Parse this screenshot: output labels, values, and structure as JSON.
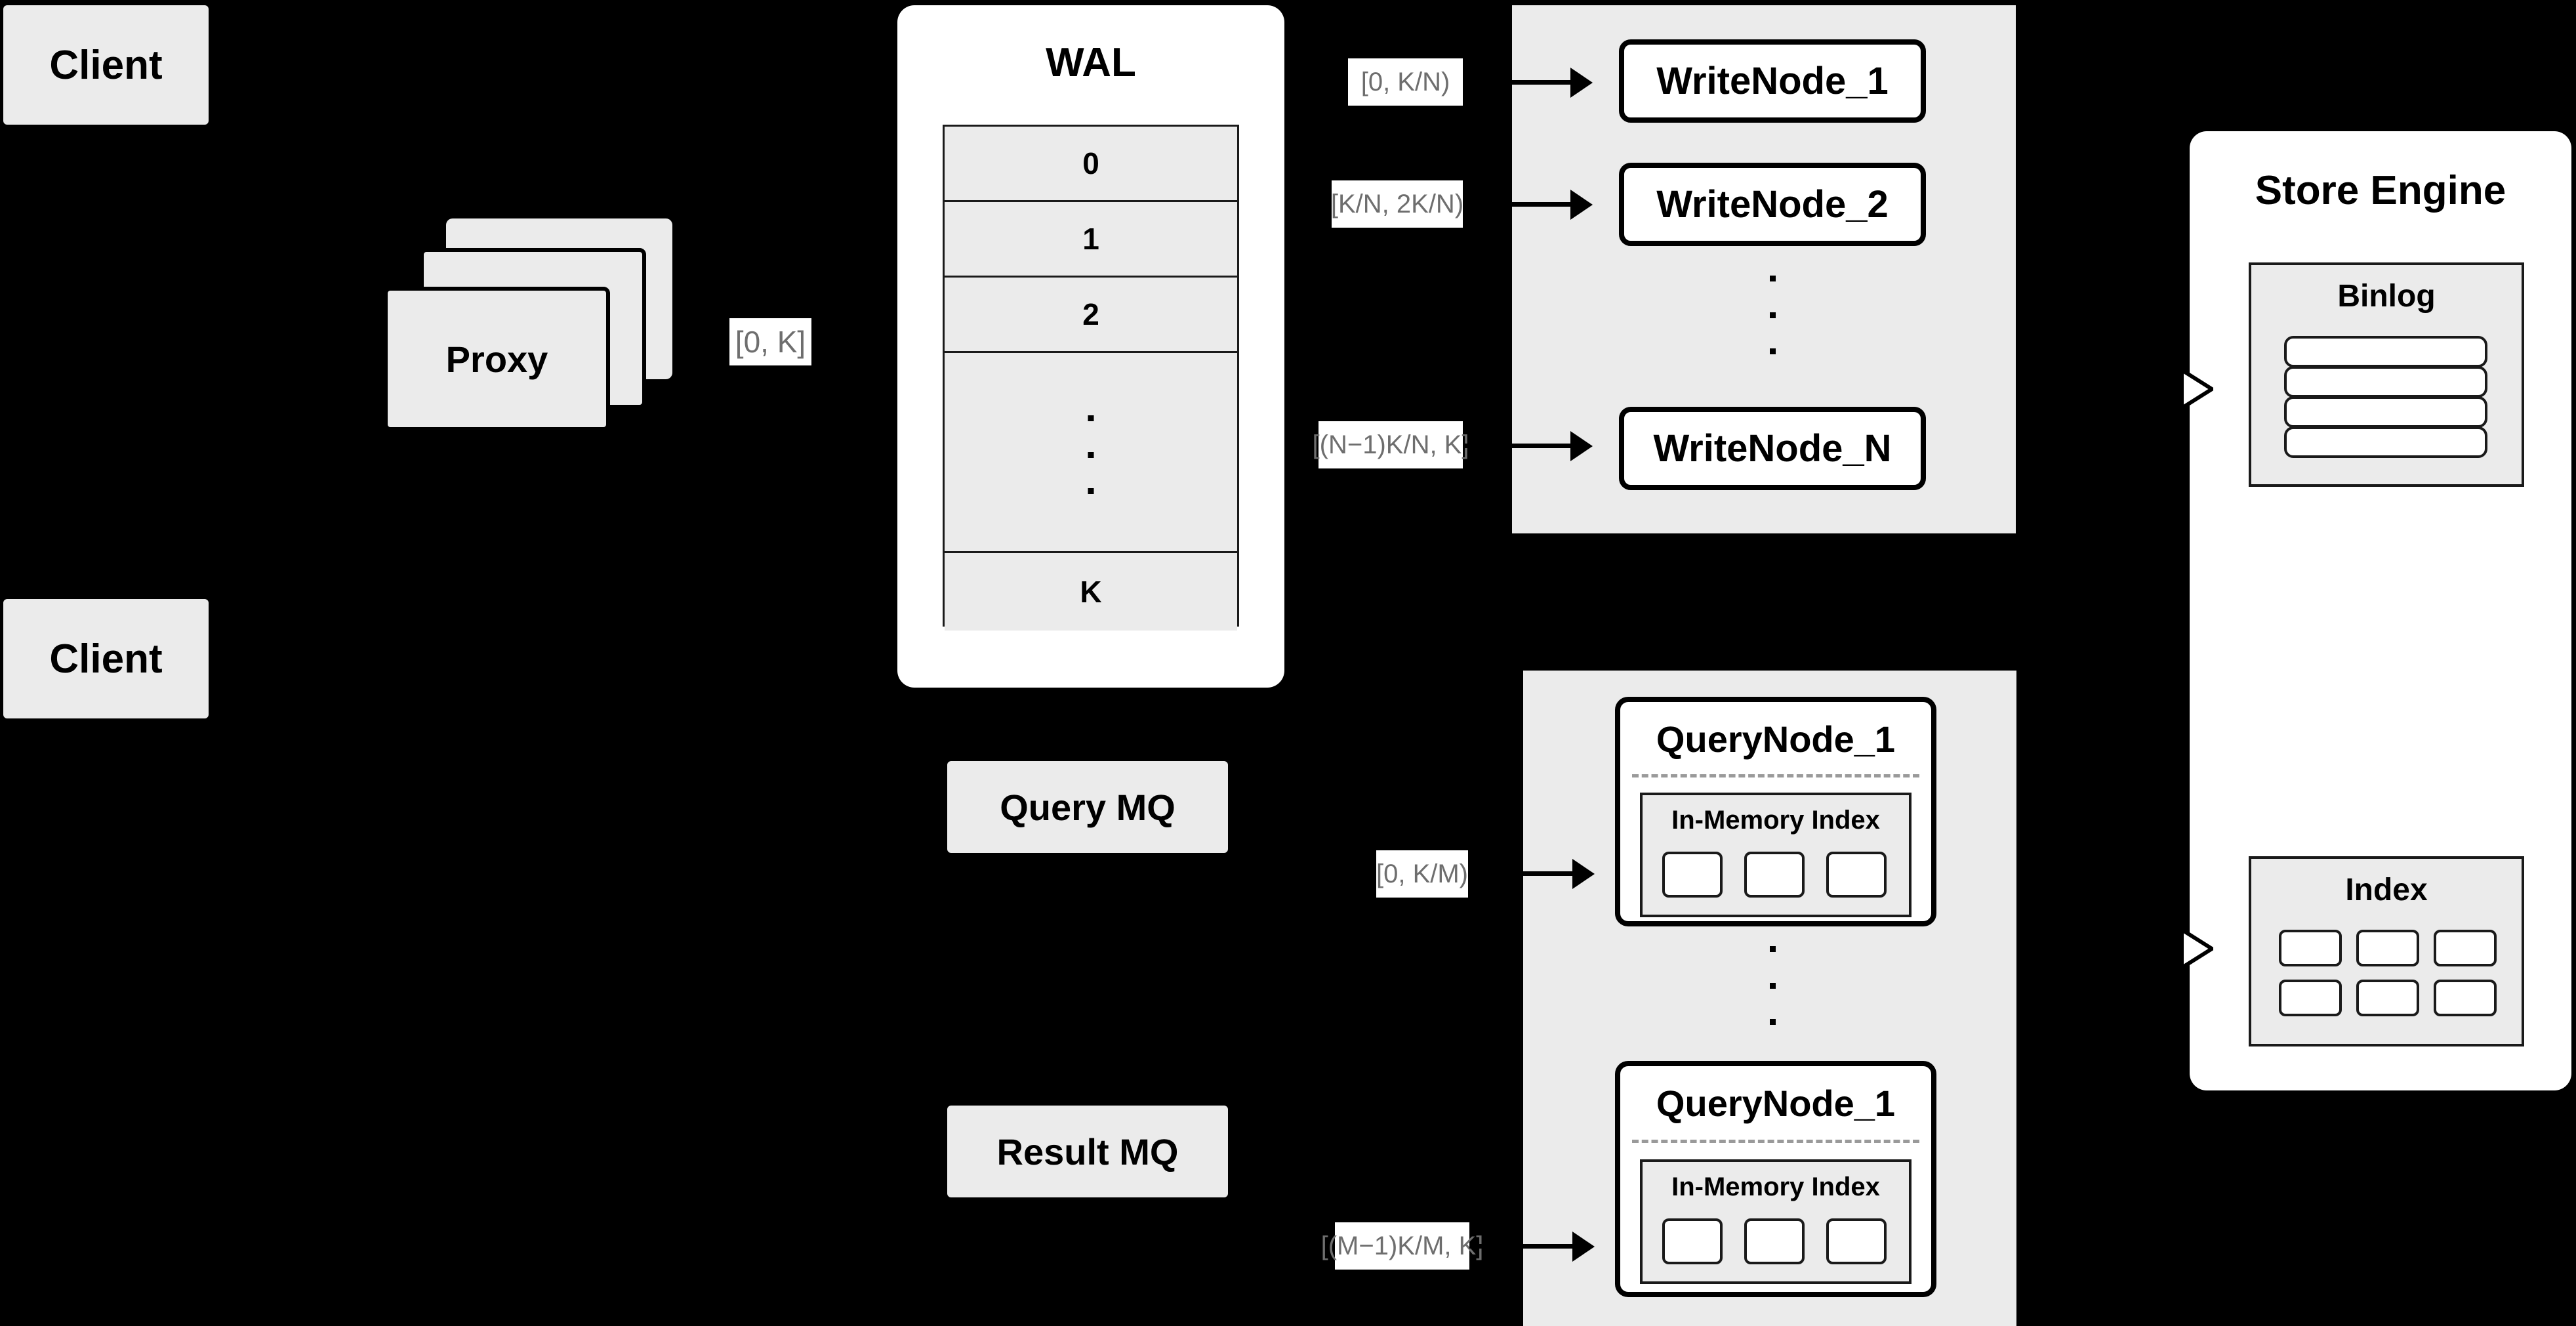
{
  "colors": {
    "background": "#000000",
    "node_fill": "#ebebeb",
    "card_fill": "#ffffff",
    "stroke": "#1a1a1a",
    "label_text": "#6e6e6e",
    "dashed_separator": "#9a9a9a"
  },
  "clients": [
    {
      "label": "Client"
    },
    {
      "label": "Client"
    }
  ],
  "proxy": {
    "label": "Proxy",
    "stack_count": 3,
    "out_range_label": "[0, K]"
  },
  "wal": {
    "title": "WAL",
    "rows": [
      "0",
      "1",
      "2",
      "⋮",
      "K"
    ],
    "ellipsis_row_index": 3
  },
  "write_cluster": {
    "nodes": [
      {
        "label": "WriteNode_1",
        "range_label": "[0,  K/N)"
      },
      {
        "label": "WriteNode_2",
        "range_label": "[K/N, 2K/N)"
      },
      {
        "label": "WriteNode_N",
        "range_label": "[(N−1)K/N,  K]"
      }
    ],
    "ellipsis": true
  },
  "query_cluster": {
    "nodes": [
      {
        "label": "QueryNode_1",
        "range_label": "[0, K/M)",
        "inner": {
          "title": "In-Memory Index",
          "slot_count": 3
        }
      },
      {
        "label": "QueryNode_1",
        "range_label": "[(M−1)K/M, K]",
        "inner": {
          "title": "In-Memory Index",
          "slot_count": 3
        }
      }
    ],
    "ellipsis": true
  },
  "queues": [
    {
      "label": "Query MQ"
    },
    {
      "label": "Result MQ"
    }
  ],
  "store_engine": {
    "title": "Store Engine",
    "binlog": {
      "title": "Binlog",
      "row_count": 4
    },
    "index": {
      "title": "Index",
      "slot_count": 6,
      "columns": 3,
      "rows": 2
    }
  }
}
